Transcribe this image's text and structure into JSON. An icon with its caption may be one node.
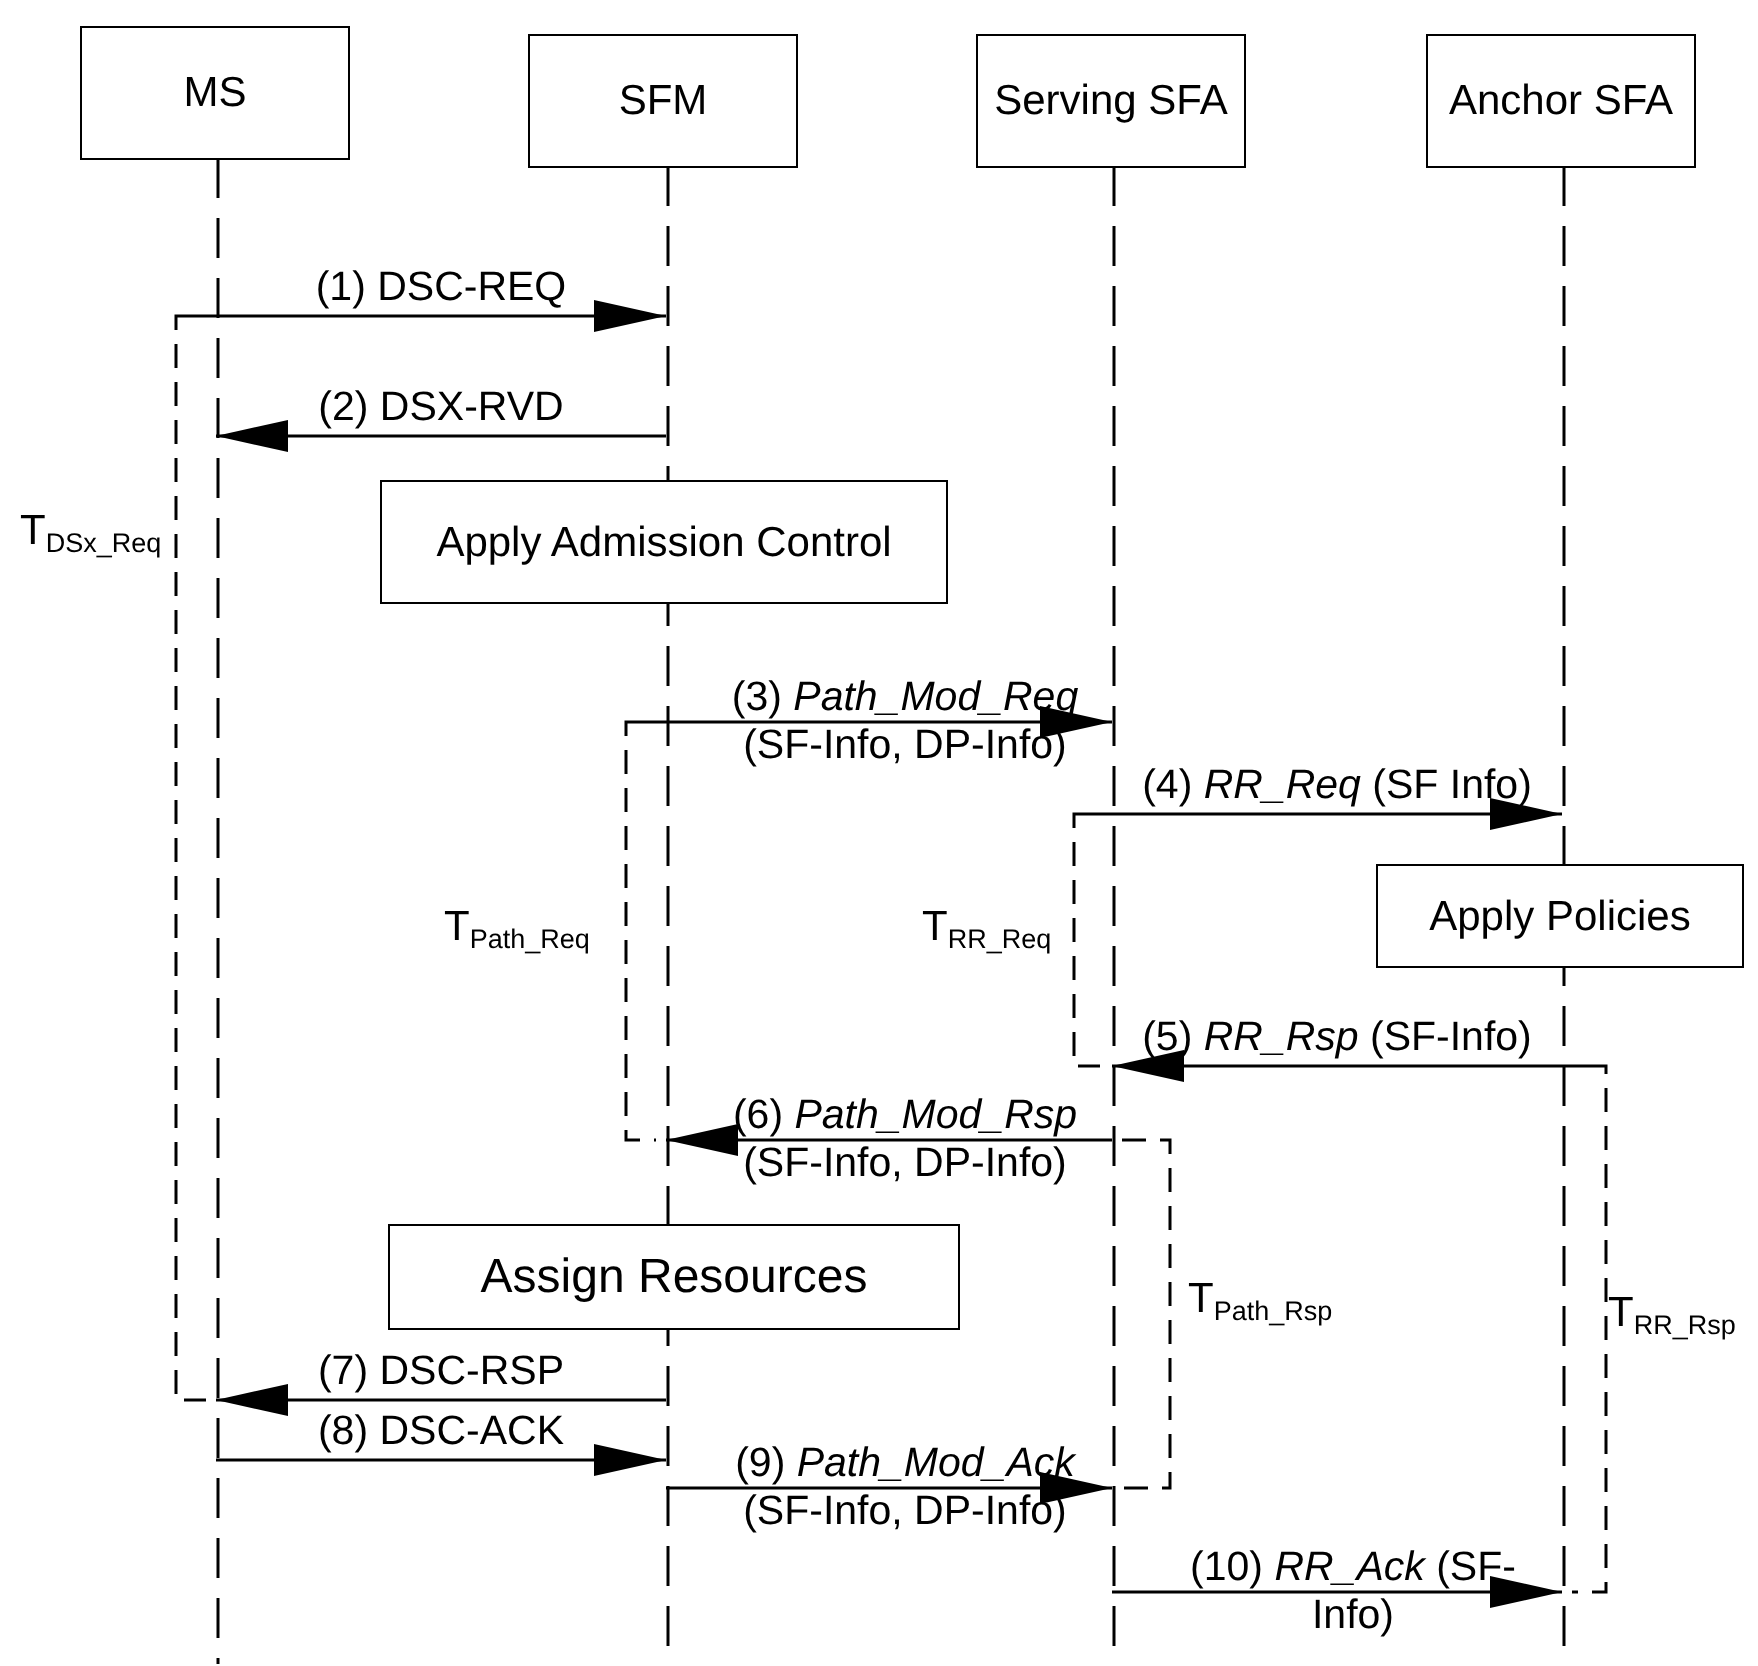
{
  "diagram": {
    "nodes": [
      {
        "text": [
          "MS"
        ]
      },
      {
        "text": [
          "SFM"
        ]
      },
      {
        "text": [
          "Serving SFA"
        ]
      },
      {
        "text": [
          "Anchor SFA"
        ]
      },
      {
        "text": [
          "Apply Admission Control"
        ]
      },
      {
        "text": [
          "Apply Policies"
        ]
      },
      {
        "text": [
          "Assign Resources"
        ]
      }
    ],
    "edges": [
      {
        "from": 0,
        "to": 1,
        "arrow": "to",
        "label": "(1) DSC-REQ"
      },
      {
        "from": 1,
        "to": 0,
        "arrow": "to",
        "label": "(2) DSX-RVD"
      },
      {
        "from": 1,
        "to": 2,
        "arrow": "to",
        "label": "(3) *Path_Mod_Req* (SF-Info, DP-Info)"
      },
      {
        "from": 2,
        "to": 3,
        "arrow": "to",
        "label": "(4) *RR_Req* (SF Info)"
      },
      {
        "from": 3,
        "to": 2,
        "arrow": "to",
        "label": "(5) *RR_Rsp* (SF-Info)"
      },
      {
        "from": 2,
        "to": 1,
        "arrow": "to",
        "label": "(6) *Path_Mod_Rsp* (SF-Info, DP-Info)"
      },
      {
        "from": 1,
        "to": 0,
        "arrow": "to",
        "label": "(7) DSC-RSP"
      },
      {
        "from": 0,
        "to": 1,
        "arrow": "to",
        "label": "(8) DSC-ACK"
      },
      {
        "from": 1,
        "to": 2,
        "arrow": "to",
        "label": "(9) *Path_Mod_Ack* (SF-Info, DP-Info)"
      },
      {
        "from": 2,
        "to": 3,
        "arrow": "to",
        "label": "(10) *RR_Ack* (SF-Info)"
      }
    ],
    "labels": [
      "T$_{DSx_Req}$",
      "T$_{Path_Req}$",
      "T$_{RR_Req}$",
      "T$_{Path_Rsp}$",
      "T$_{RR_Rsp}$"
    ]
  }
}
